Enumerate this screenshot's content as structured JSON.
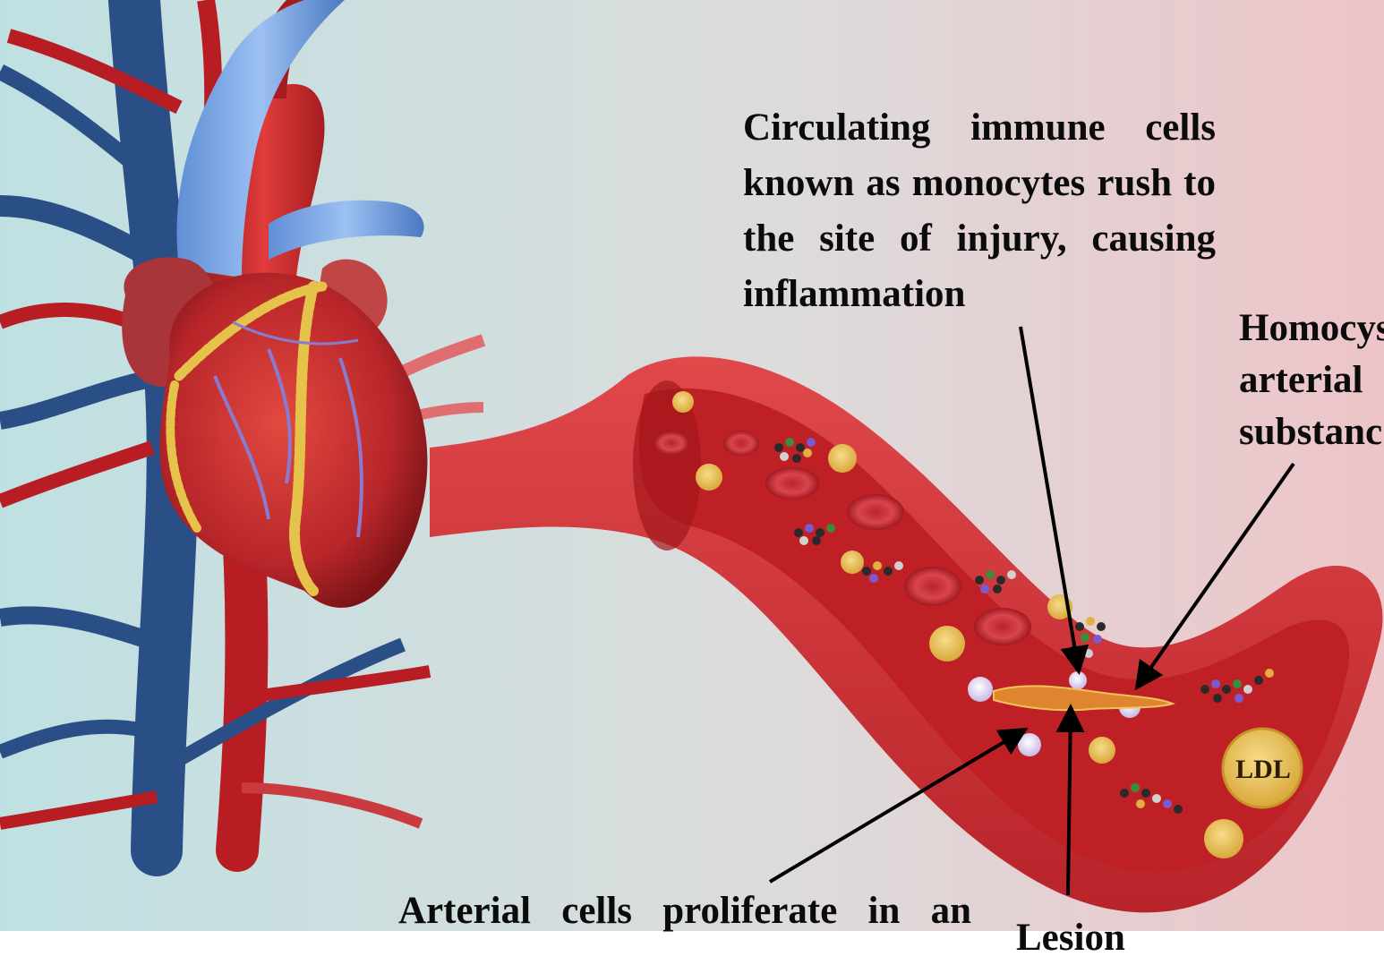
{
  "captions": {
    "monocytes": "Circulating immune cells known as monocytes rush to the site of injury, causing inflammation",
    "homocysteine_lines": [
      "Homocys",
      "arterial",
      "substanc"
    ],
    "arterial_proliferation": "Arterial cells proliferate in an",
    "lesion": "Lesion"
  },
  "labels": {
    "ldl": "LDL"
  },
  "colors": {
    "background_left": "#bfe0e2",
    "background_right": "#edc4c8",
    "artery_red": "#c8242a",
    "vein_blue": "#2a4f86",
    "vessel_outer": "#d83a3c",
    "vessel_inner": "#b71c22",
    "fat_yellow": "#e8c34a",
    "arrow": "#000000"
  },
  "icons": [
    "heart-illustration",
    "blood-vessel-illustration",
    "red-blood-cell-icon",
    "ldl-particle-icon",
    "monocyte-icon",
    "plaque-cluster-icon"
  ]
}
